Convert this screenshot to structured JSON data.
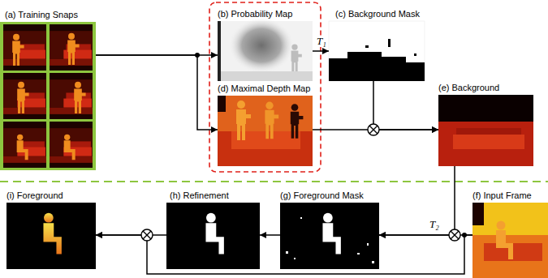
{
  "diagram": {
    "nodes": [
      {
        "text": [
          "(a) Training Snaps"
        ]
      },
      {
        "text": [
          "(b) Probability Map"
        ]
      },
      {
        "text": [
          "(c) Background Mask"
        ]
      },
      {
        "text": [
          "(d) Maximal Depth Map"
        ]
      },
      {
        "text": [
          "(e) Background"
        ]
      },
      {
        "text": [
          "(f) Input Frame"
        ]
      },
      {
        "text": [
          "(g) Foreground Mask"
        ]
      },
      {
        "text": [
          "(h) Refinement"
        ]
      },
      {
        "text": [
          "(i) Foreground"
        ]
      }
    ],
    "edges": [
      {
        "from": 0,
        "to": 1,
        "arrow": "to"
      },
      {
        "from": 0,
        "to": 3,
        "arrow": "to"
      },
      {
        "from": 1,
        "to": 2,
        "label": "T₁",
        "arrow": "to"
      },
      {
        "from": 2,
        "to": 4,
        "arrow": "to"
      },
      {
        "from": 3,
        "to": 4,
        "arrow": "to"
      },
      {
        "from": 4,
        "to": 6,
        "arrow": "to"
      },
      {
        "from": 5,
        "to": 6,
        "label": "T₂",
        "arrow": "to"
      },
      {
        "from": 6,
        "to": 7,
        "arrow": "to"
      },
      {
        "from": 7,
        "to": 8,
        "arrow": "to"
      },
      {
        "from": 5,
        "to": 8,
        "arrow": "to"
      }
    ]
  }
}
